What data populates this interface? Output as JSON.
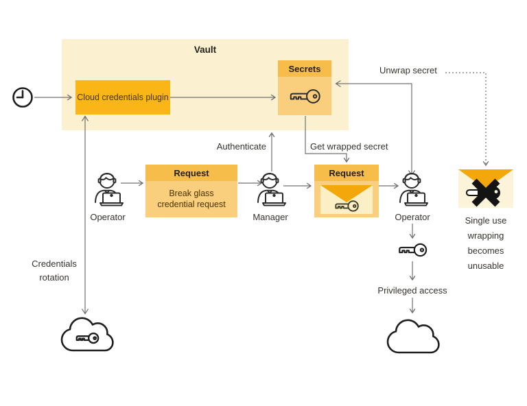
{
  "vault": {
    "title": "Vault"
  },
  "plugin": {
    "label": "Cloud credentials plugin"
  },
  "secrets": {
    "title": "Secrets"
  },
  "request1": {
    "title": "Request",
    "body": "Break glass credential request"
  },
  "request2": {
    "title": "Request"
  },
  "actors": {
    "operator1": "Operator",
    "manager": "Manager",
    "operator2": "Operator"
  },
  "labels": {
    "authenticate": "Authenticate",
    "get_wrapped_secret": "Get wrapped secret",
    "unwrap_secret": "Unwrap secret",
    "credentials_rotation": "Credentials rotation",
    "privileged_access": "Privileged access",
    "single_use": "Single use wrapping becomes unusable"
  },
  "icons": [
    "clock-icon",
    "person-laptop-icon",
    "key-icon",
    "cloud-icon",
    "cloud-key-icon",
    "envelope-key-icon",
    "envelope-crossed-key-icon"
  ],
  "colors": {
    "amber": "#F9B616",
    "hdr": "#F7BD4A",
    "bodybox": "#F9CF7D",
    "vault": "#FBF0CF",
    "cream": "#FCF4DA",
    "flap": "#F3A70A",
    "arrow": "#6F6F6F",
    "ink": "#221F19"
  }
}
